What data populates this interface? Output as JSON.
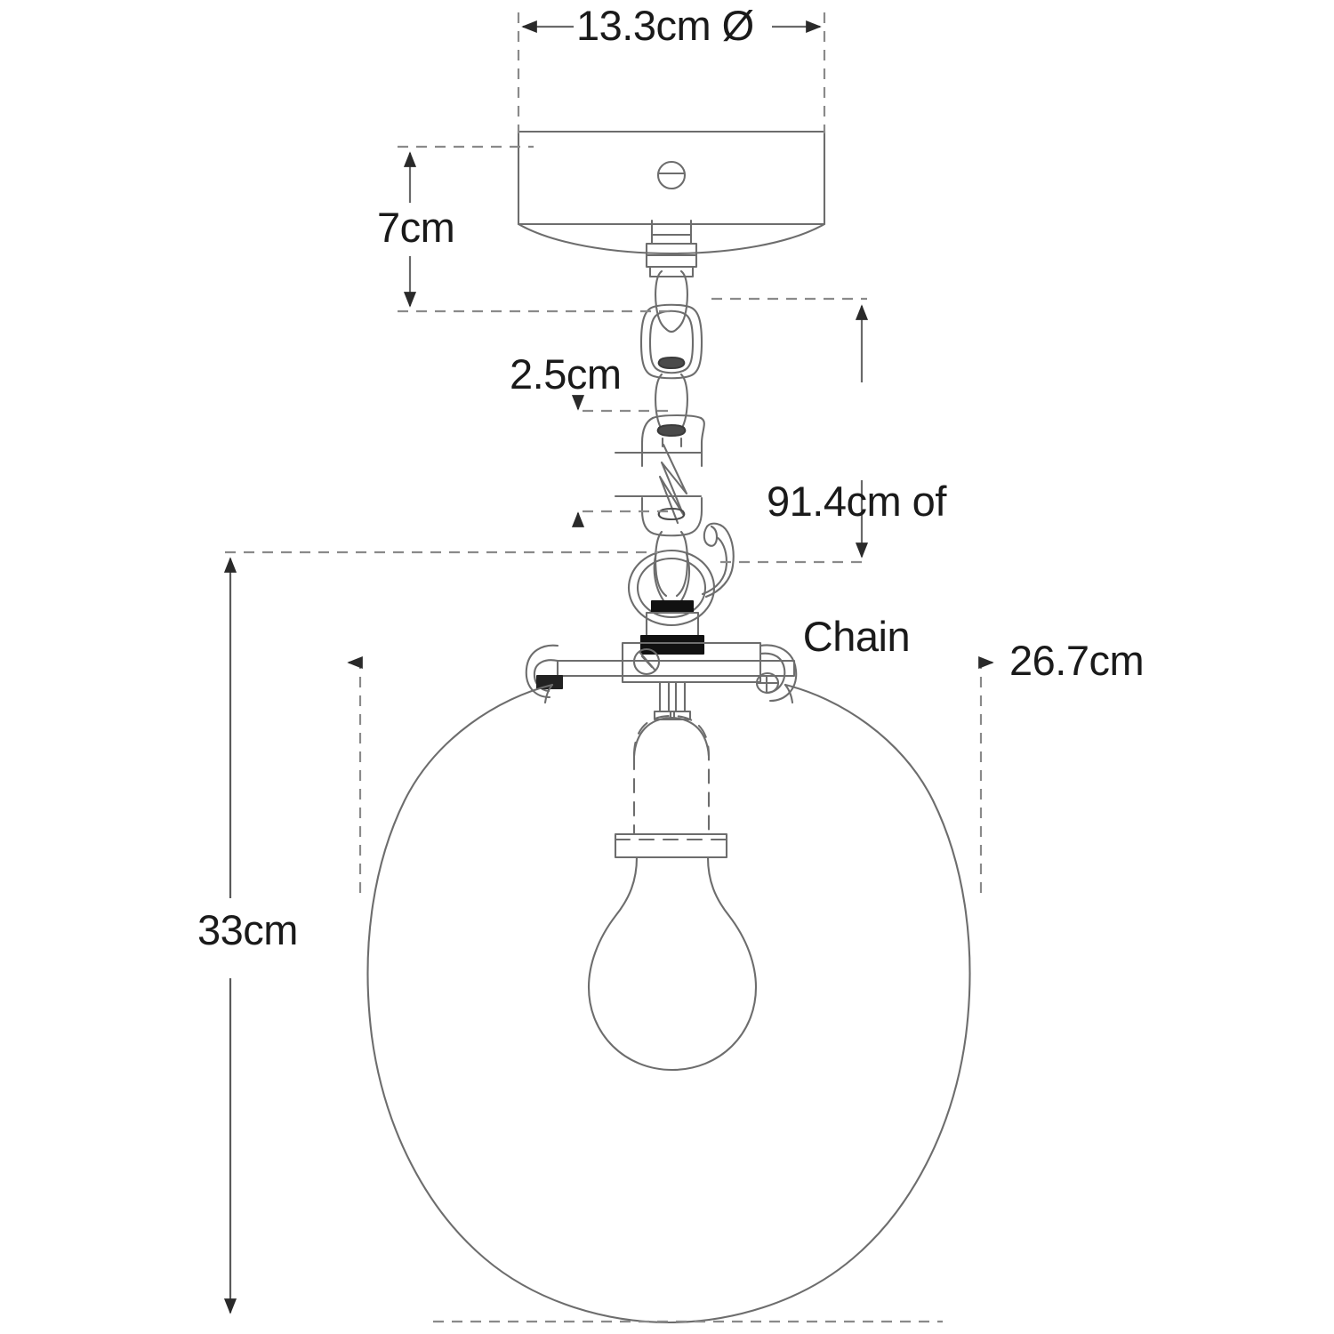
{
  "drawing": {
    "title": "Pendant Light Fixture Dimensional Drawing",
    "units": "cm",
    "line_color": "#4a4a4a",
    "dim_color": "#1a1a1a",
    "background": "#ffffff"
  },
  "dimensions": {
    "canopy_diameter": {
      "label": "13.3cm Ø",
      "name": "canopy-diameter",
      "orientation": "horizontal",
      "position": "top"
    },
    "canopy_drop": {
      "label": "7cm",
      "name": "canopy-height",
      "orientation": "vertical",
      "position": "upper-left"
    },
    "chain_link": {
      "label": "2.5cm",
      "name": "chain-link-length",
      "orientation": "vertical",
      "position": "middle-left"
    },
    "chain_length": {
      "label": "91.4cm of\nChain",
      "line1": "91.4cm of",
      "line2": "Chain",
      "name": "chain-length",
      "orientation": "vertical",
      "position": "middle-right"
    },
    "shade_width": {
      "label": "26.7cm",
      "name": "shade-width",
      "orientation": "horizontal",
      "position": "right"
    },
    "shade_height": {
      "label": "33cm",
      "name": "shade-height",
      "orientation": "vertical",
      "position": "left"
    }
  },
  "components": [
    {
      "name": "ceiling-canopy",
      "description": "Rectangular mounting canopy with center screw"
    },
    {
      "name": "canopy-screw",
      "description": "Center finial screw on canopy face"
    },
    {
      "name": "threaded-collar",
      "description": "Threaded nipple below canopy"
    },
    {
      "name": "chain",
      "description": "Oval link chain with break symbol"
    },
    {
      "name": "chain-break-symbol",
      "description": "Zigzag indicating omitted chain length"
    },
    {
      "name": "s-hook",
      "description": "Open hook at chain end"
    },
    {
      "name": "suspension-loop",
      "description": "Ring loop connecting hook to fitter"
    },
    {
      "name": "shade-fitter",
      "description": "Horizontal fitter bar with set screw and hooked ends"
    },
    {
      "name": "fitter-screw",
      "description": "Slotted set screw on fitter bar"
    },
    {
      "name": "lamp-socket",
      "description": "Hidden socket shown dashed behind glass"
    },
    {
      "name": "light-bulb",
      "description": "A-shape incandescent bulb"
    },
    {
      "name": "glass-shade",
      "description": "Inverted teardrop / egg shaped glass globe"
    }
  ]
}
